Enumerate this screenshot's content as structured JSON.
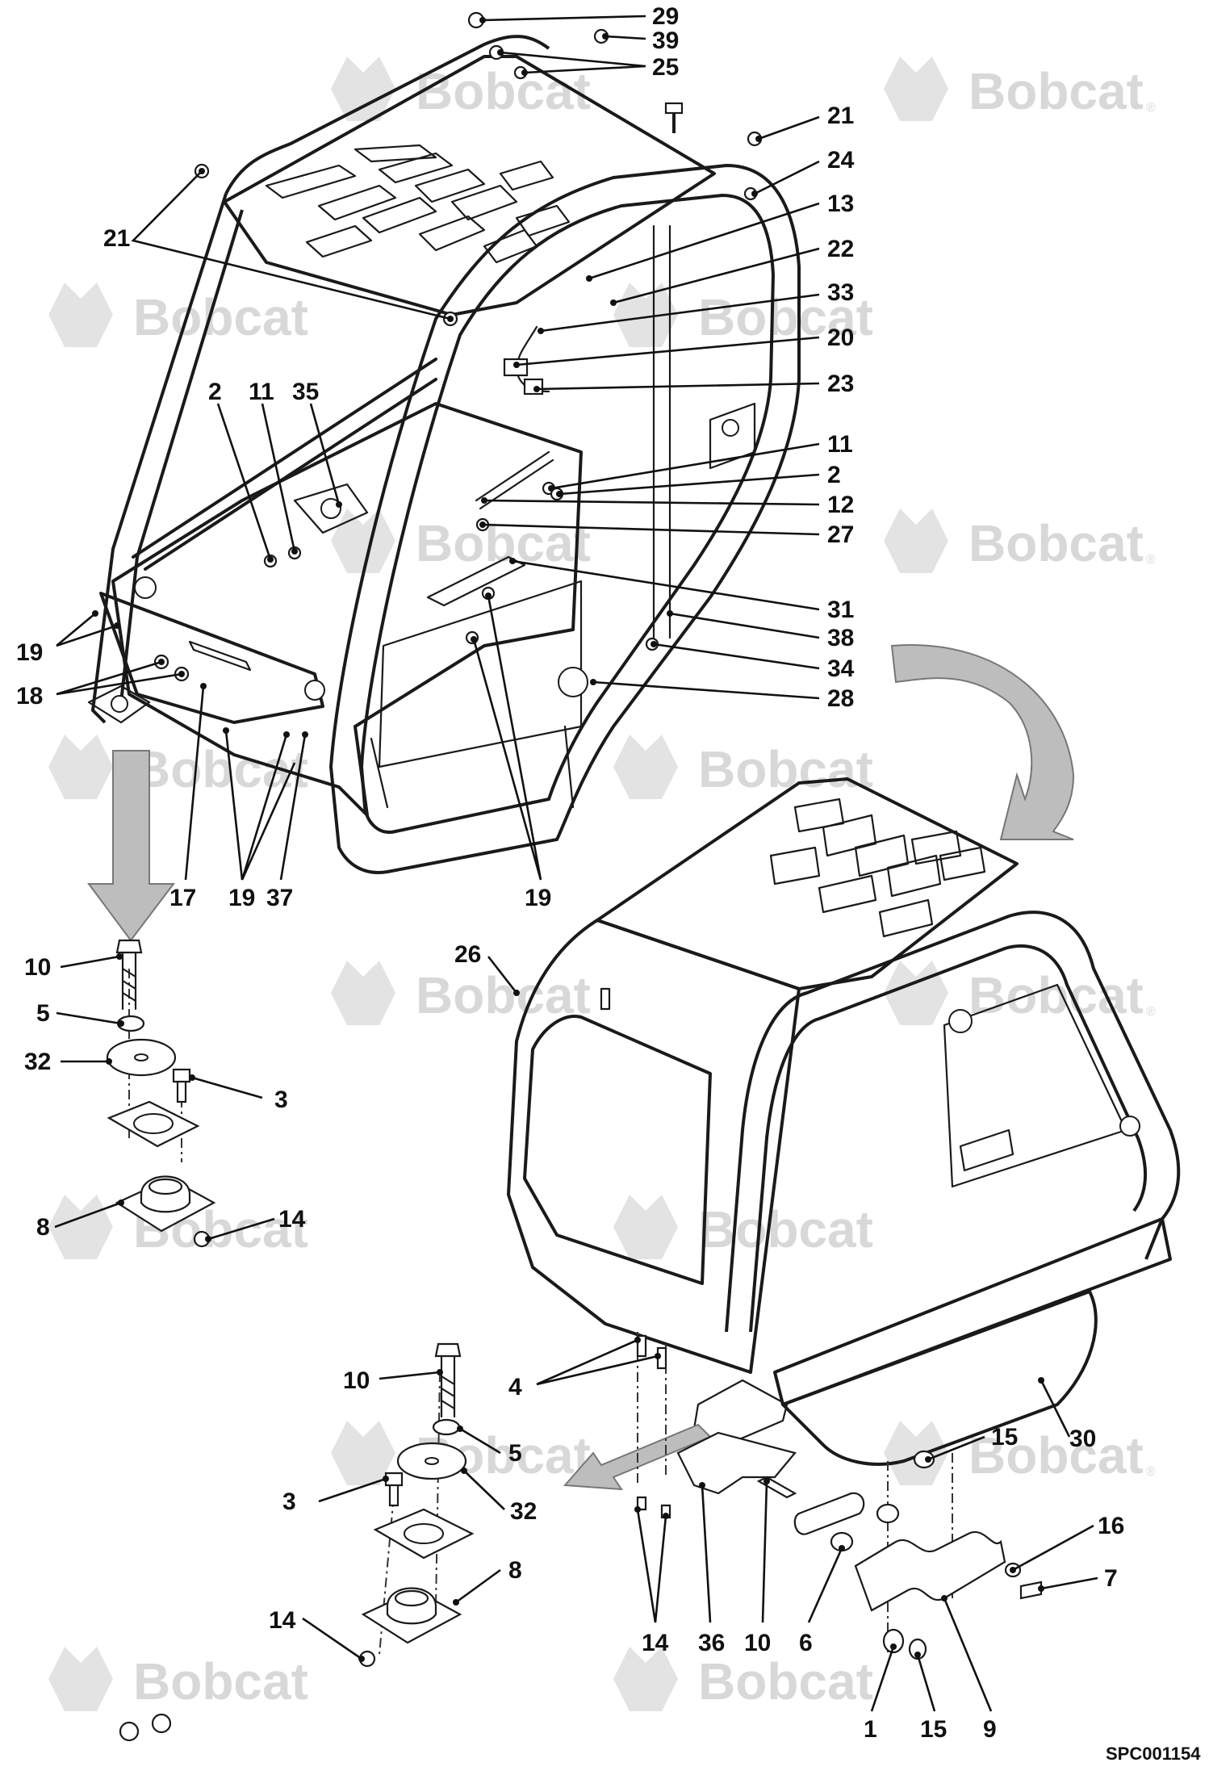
{
  "figure": {
    "watermark_text": "Bobcat",
    "watermark_mark": "®",
    "reference_code": "SPC001154",
    "logo_icon": "bobcat-head-logo"
  },
  "callouts": [
    {
      "id": "c29",
      "label": "29"
    },
    {
      "id": "c39",
      "label": "39"
    },
    {
      "id": "c25",
      "label": "25"
    },
    {
      "id": "c21a",
      "label": "21"
    },
    {
      "id": "c24",
      "label": "24"
    },
    {
      "id": "c13",
      "label": "13"
    },
    {
      "id": "c21b",
      "label": "21"
    },
    {
      "id": "c22",
      "label": "22"
    },
    {
      "id": "c33",
      "label": "33"
    },
    {
      "id": "c20",
      "label": "20"
    },
    {
      "id": "c23",
      "label": "23"
    },
    {
      "id": "c2a",
      "label": "2"
    },
    {
      "id": "c11a",
      "label": "11"
    },
    {
      "id": "c35",
      "label": "35"
    },
    {
      "id": "c11b",
      "label": "11"
    },
    {
      "id": "c2b",
      "label": "2"
    },
    {
      "id": "c12",
      "label": "12"
    },
    {
      "id": "c27",
      "label": "27"
    },
    {
      "id": "c31",
      "label": "31"
    },
    {
      "id": "c38",
      "label": "38"
    },
    {
      "id": "c34",
      "label": "34"
    },
    {
      "id": "c28",
      "label": "28"
    },
    {
      "id": "c19a",
      "label": "19"
    },
    {
      "id": "c18",
      "label": "18"
    },
    {
      "id": "c17",
      "label": "17"
    },
    {
      "id": "c19b",
      "label": "19"
    },
    {
      "id": "c37",
      "label": "37"
    },
    {
      "id": "c19c",
      "label": "19"
    },
    {
      "id": "c10a",
      "label": "10"
    },
    {
      "id": "c5a",
      "label": "5"
    },
    {
      "id": "c32a",
      "label": "32"
    },
    {
      "id": "c3a",
      "label": "3"
    },
    {
      "id": "c8a",
      "label": "8"
    },
    {
      "id": "c14a",
      "label": "14"
    },
    {
      "id": "c26",
      "label": "26"
    },
    {
      "id": "c4",
      "label": "4"
    },
    {
      "id": "c10b",
      "label": "10"
    },
    {
      "id": "c5b",
      "label": "5"
    },
    {
      "id": "c3b",
      "label": "3"
    },
    {
      "id": "c32b",
      "label": "32"
    },
    {
      "id": "c8b",
      "label": "8"
    },
    {
      "id": "c14b",
      "label": "14"
    },
    {
      "id": "c15a",
      "label": "15"
    },
    {
      "id": "c30",
      "label": "30"
    },
    {
      "id": "c16",
      "label": "16"
    },
    {
      "id": "c7",
      "label": "7"
    },
    {
      "id": "c14c",
      "label": "14"
    },
    {
      "id": "c36",
      "label": "36"
    },
    {
      "id": "c10c",
      "label": "10"
    },
    {
      "id": "c6",
      "label": "6"
    },
    {
      "id": "c1",
      "label": "1"
    },
    {
      "id": "c15b",
      "label": "15"
    },
    {
      "id": "c9",
      "label": "9"
    }
  ]
}
